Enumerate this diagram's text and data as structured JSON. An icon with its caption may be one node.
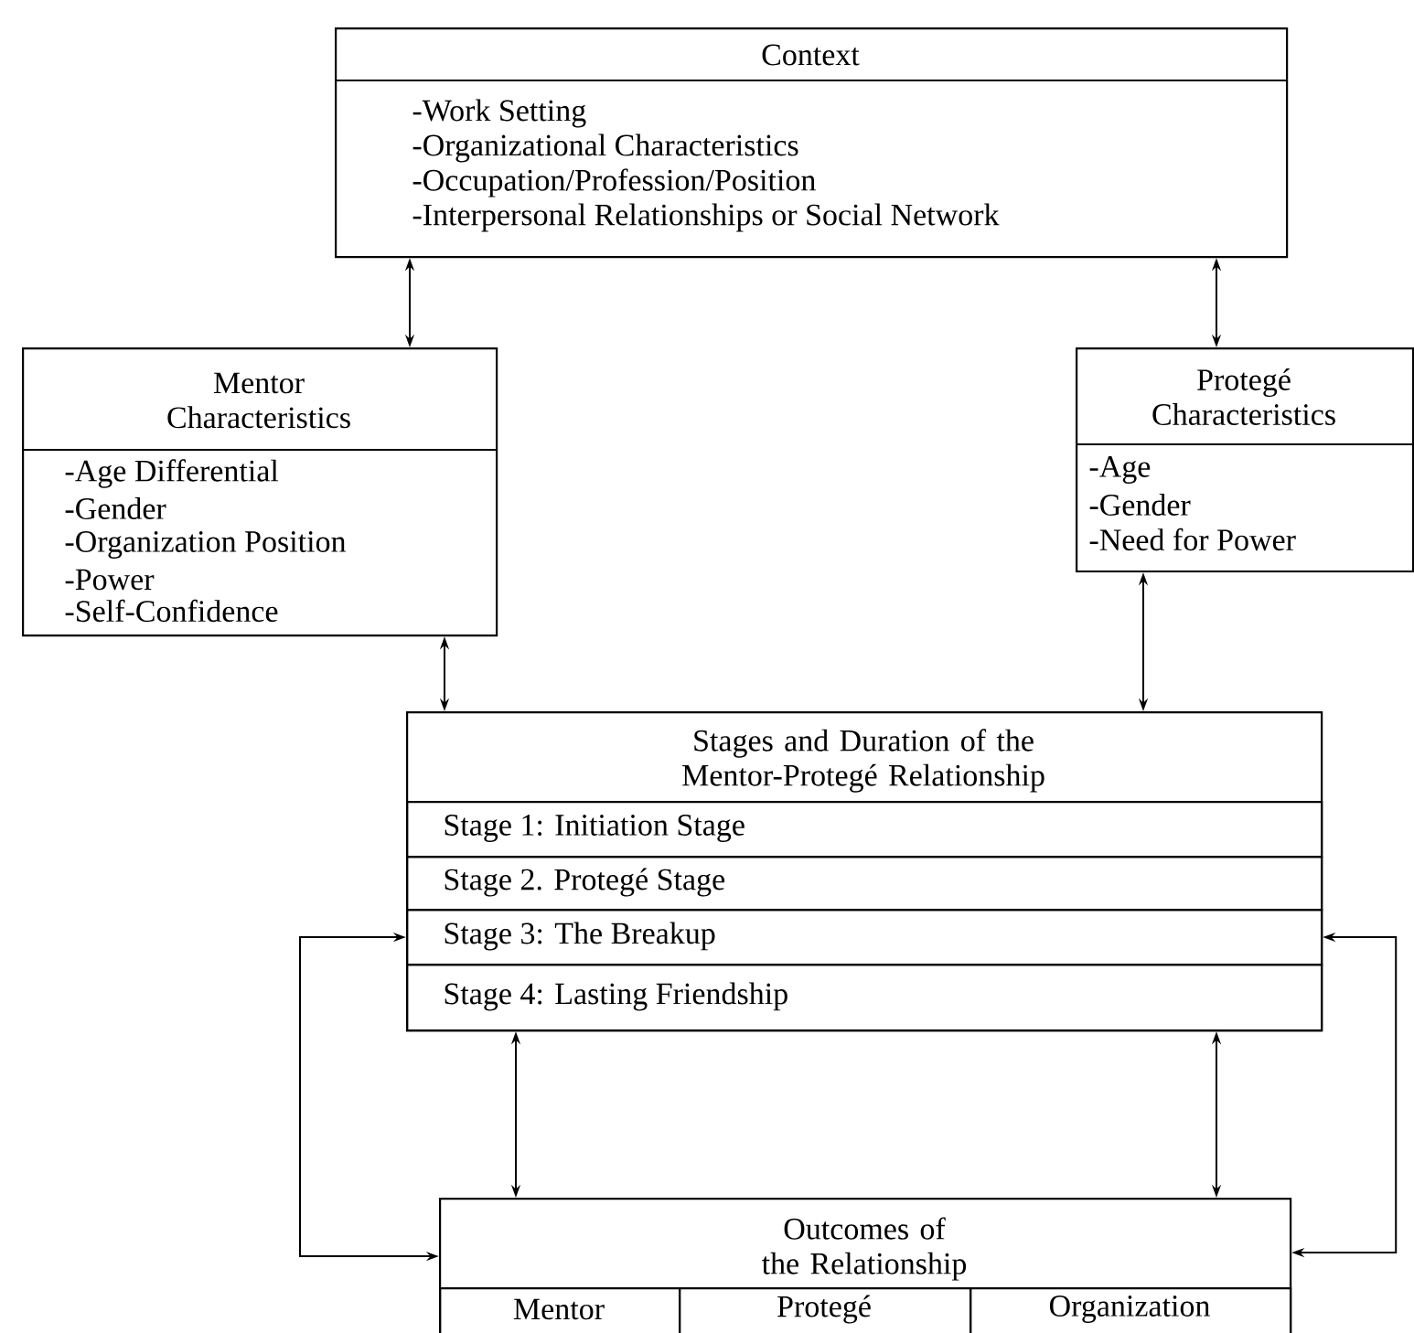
{
  "diagram": {
    "nodes": [
      {
        "text": [
          "Context",
          "-Work Setting",
          "-Organizational Characteristics",
          "-Occupation/Profession/Position",
          "-Interpersonal Relationships or Social Network"
        ]
      },
      {
        "text": [
          "Mentor Characteristics",
          "-Age Differential",
          "-Gender",
          "-Organization Position",
          "-Power",
          "-Self-Confidence"
        ]
      },
      {
        "text": [
          "Protegé Characteristics",
          "-Age",
          "-Gender",
          "-Need for Power"
        ]
      },
      {
        "text": [
          "Stages and Duration of the Mentor-Protegé Relationship"
        ]
      },
      {
        "text": [
          "Stage 1: Initiation Stage"
        ],
        "in": 3
      },
      {
        "text": [
          "Stage 2. Protegé Stage"
        ],
        "in": 3
      },
      {
        "text": [
          "Stage 3: The Breakup"
        ],
        "in": 3
      },
      {
        "text": [
          "Stage 4: Lasting Friendship"
        ],
        "in": 3
      },
      {
        "text": [
          "Outcomes of the Relationship"
        ]
      },
      {
        "text": [
          "Mentor"
        ],
        "in": 8
      },
      {
        "text": [
          "Protegé"
        ],
        "in": 8
      },
      {
        "text": [
          "Organization"
        ],
        "in": 8
      }
    ],
    "edges": [
      {
        "from": 0,
        "to": 1,
        "arrow": "both"
      },
      {
        "from": 0,
        "to": 2,
        "arrow": "both"
      },
      {
        "from": 1,
        "to": 3,
        "arrow": "both"
      },
      {
        "from": 2,
        "to": 3,
        "arrow": "both"
      },
      {
        "from": 3,
        "to": 8,
        "arrow": "both"
      },
      {
        "from": 3,
        "to": 8,
        "arrow": "both"
      },
      {
        "from": 6,
        "to": 8,
        "arrow": "both"
      },
      {
        "from": 6,
        "to": 8,
        "arrow": "both"
      }
    ]
  }
}
